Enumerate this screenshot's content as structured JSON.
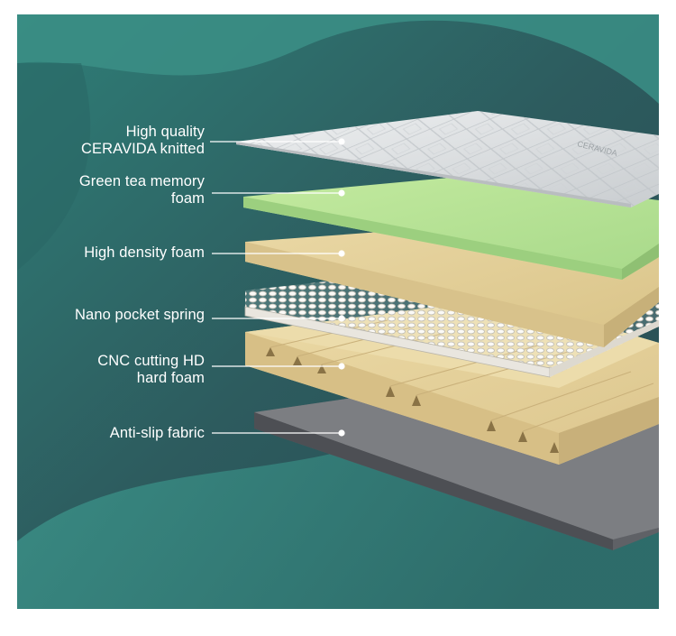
{
  "colors": {
    "background_dark": "#2e5a5c",
    "background_teal": "#3a8a80",
    "knit_cover": "#dcdfe1",
    "green_tea_foam": "#b8e39a",
    "high_density_foam": "#e3cf9a",
    "pocket_spring": "#f2f0ea",
    "cnc_foam": "#e6d29e",
    "anti_slip_fabric": "#7b7d80",
    "leader_line": "#ffffff"
  },
  "layers": [
    {
      "id": "knit",
      "lines": [
        "High quality",
        "CERAVIDA knitted"
      ]
    },
    {
      "id": "green",
      "lines": [
        "Green tea memory",
        "foam"
      ]
    },
    {
      "id": "hd",
      "lines": [
        "High density foam"
      ]
    },
    {
      "id": "spring",
      "lines": [
        "Nano pocket spring"
      ]
    },
    {
      "id": "cnc",
      "lines": [
        "CNC cutting HD",
        "hard foam"
      ]
    },
    {
      "id": "fabric",
      "lines": [
        "Anti-slip fabric"
      ]
    }
  ],
  "brand_print": "CERAVIDA"
}
